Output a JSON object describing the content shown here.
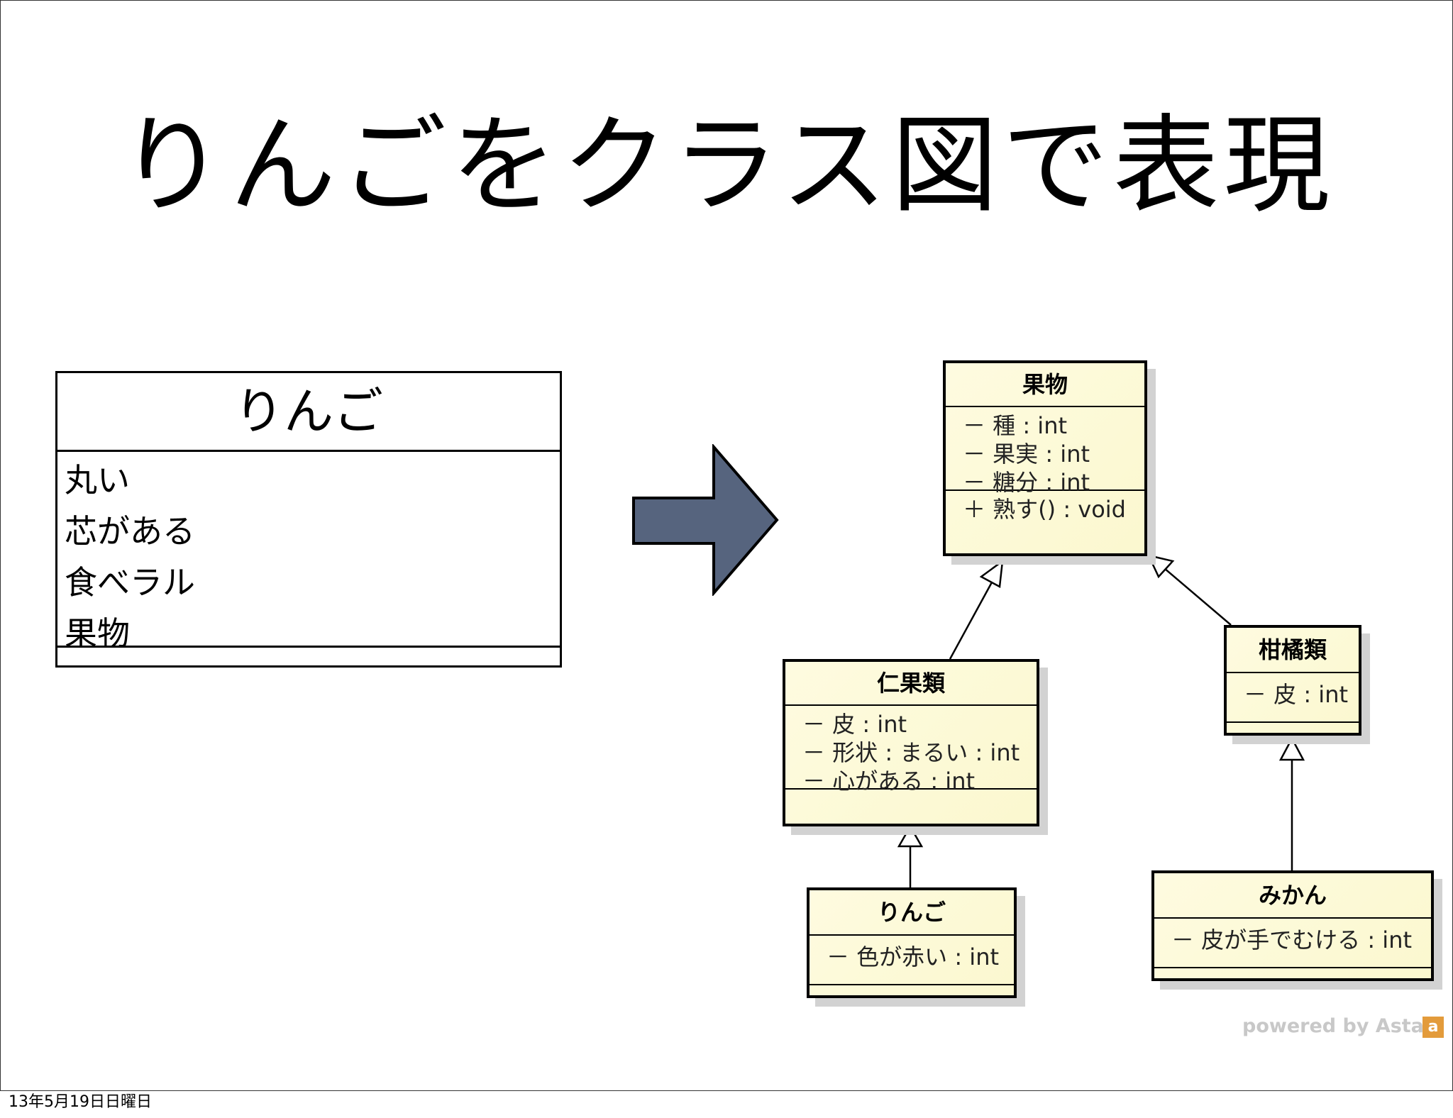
{
  "slide": {
    "title": "りんごをクラス図で表現",
    "footer_date": "13年5月19日日曜日"
  },
  "simple_class": {
    "name": "りんご",
    "attributes": [
      "丸い",
      "芯がある",
      "食べラル",
      "果物"
    ]
  },
  "uml": {
    "fruit": {
      "name": "果物",
      "attributes": [
        "－ 種 : int",
        "－ 果実 : int",
        "－ 糖分 : int"
      ],
      "operations": [
        "＋ 熟す() : void"
      ]
    },
    "pome": {
      "name": "仁果類",
      "attributes": [
        "－ 皮 : int",
        "－ 形状 : まるい : int",
        "－ 心がある : int"
      ]
    },
    "citrus": {
      "name": "柑橘類",
      "attributes": [
        "－ 皮 : int"
      ]
    },
    "apple": {
      "name": "りんご",
      "attributes": [
        "－ 色が赤い : int"
      ]
    },
    "mikan": {
      "name": "みかん",
      "attributes": [
        "－ 皮が手でむける : int"
      ]
    }
  },
  "branding": {
    "powered_by": "powered by Astah",
    "logo_letter": "a"
  },
  "colors": {
    "arrow_fill": "#56647e",
    "uml_fill": "#fdfbd8"
  }
}
